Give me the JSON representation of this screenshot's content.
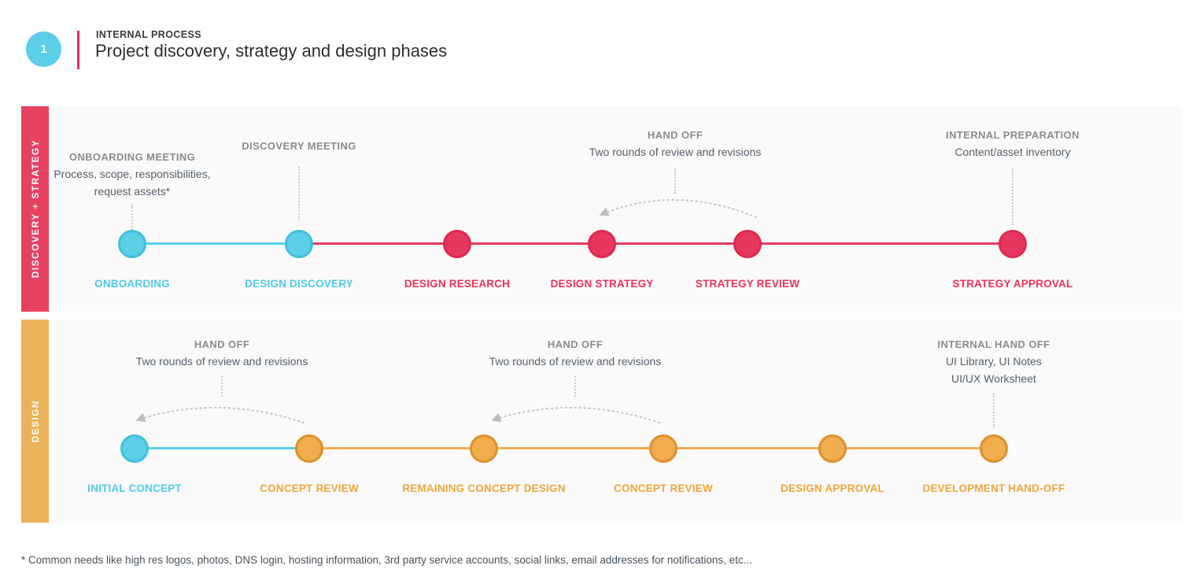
{
  "header": {
    "badge": "1",
    "eyebrow": "INTERNAL PROCESS",
    "title": "Project discovery, strategy and design phases"
  },
  "colors": {
    "cyan": "#5BCEE8",
    "pink": "#E8415F",
    "orange": "#EBB259",
    "note_title_gray": "#8C8C8C",
    "note_body_gray": "#55606B",
    "panel_bg": "#FAFAFA"
  },
  "rows": [
    {
      "band_label": "DISCOVERY + STRATEGY",
      "nodes": [
        {
          "label": "ONBOARDING",
          "color": "cyan"
        },
        {
          "label": "DESIGN DISCOVERY",
          "color": "cyan"
        },
        {
          "label": "DESIGN RESEARCH",
          "color": "pink"
        },
        {
          "label": "DESIGN STRATEGY",
          "color": "pink"
        },
        {
          "label": "STRATEGY REVIEW",
          "color": "pink"
        },
        {
          "label": "STRATEGY APPROVAL",
          "color": "pink"
        }
      ],
      "annotations": [
        {
          "title": "ONBOARDING MEETING",
          "body": "Process, scope, responsibilities,\nrequest assets*"
        },
        {
          "title": "DISCOVERY MEETING",
          "body": ""
        },
        {
          "title": "HAND OFF",
          "body": "Two rounds of review and revisions"
        },
        {
          "title": "INTERNAL PREPARATION",
          "body": "Content/asset inventory"
        }
      ]
    },
    {
      "band_label": "DESIGN",
      "nodes": [
        {
          "label": "INITIAL CONCEPT",
          "color": "cyan"
        },
        {
          "label": "CONCEPT REVIEW",
          "color": "orange"
        },
        {
          "label": "REMAINING CONCEPT DESIGN",
          "color": "orange"
        },
        {
          "label": "CONCEPT REVIEW",
          "color": "orange"
        },
        {
          "label": "DESIGN APPROVAL",
          "color": "orange"
        },
        {
          "label": "DEVELOPMENT HAND-OFF",
          "color": "orange"
        }
      ],
      "annotations": [
        {
          "title": "HAND OFF",
          "body": "Two rounds of review and revisions"
        },
        {
          "title": "HAND OFF",
          "body": "Two rounds of review and revisions"
        },
        {
          "title": "INTERNAL HAND OFF",
          "body": "UI Library, UI Notes\nUI/UX Worksheet"
        }
      ]
    }
  ],
  "footnote": "* Common needs like high res logos, photos, DNS login, hosting information, 3rd party service accounts, social links, email addresses for notifications, etc..."
}
